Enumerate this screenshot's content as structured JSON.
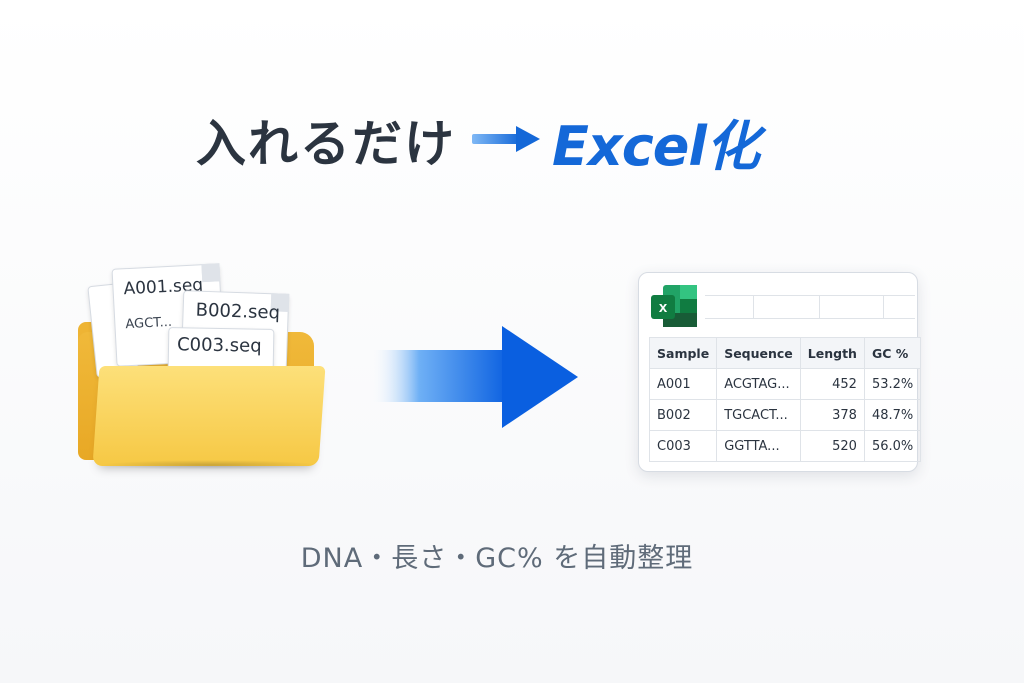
{
  "headline": {
    "lead": "入れるだけ",
    "target": "Excel化"
  },
  "files": [
    {
      "name": "A001.seq",
      "preview": "AGCT..."
    },
    {
      "name": "B002.seq"
    },
    {
      "name": "C003.seq"
    }
  ],
  "spreadsheet": {
    "columns": [
      "Sample",
      "Sequence",
      "Length",
      "GC %"
    ],
    "rows": [
      [
        "A001",
        "ACGTAG...",
        "452",
        "53.2%"
      ],
      [
        "B002",
        "TGCACT...",
        "378",
        "48.7%"
      ],
      [
        "C003",
        "GGTTA...",
        "520",
        "56.0%"
      ]
    ]
  },
  "caption": "DNA・長さ・GC% を自動整理",
  "colors": {
    "accent_blue": "#1468d8",
    "headline_text": "#2b3440",
    "folder_yellow": "#f6c844",
    "excel_green": "#1e7a45"
  },
  "icons": [
    "folder-icon",
    "document-icon",
    "arrow-right-icon",
    "excel-icon"
  ]
}
